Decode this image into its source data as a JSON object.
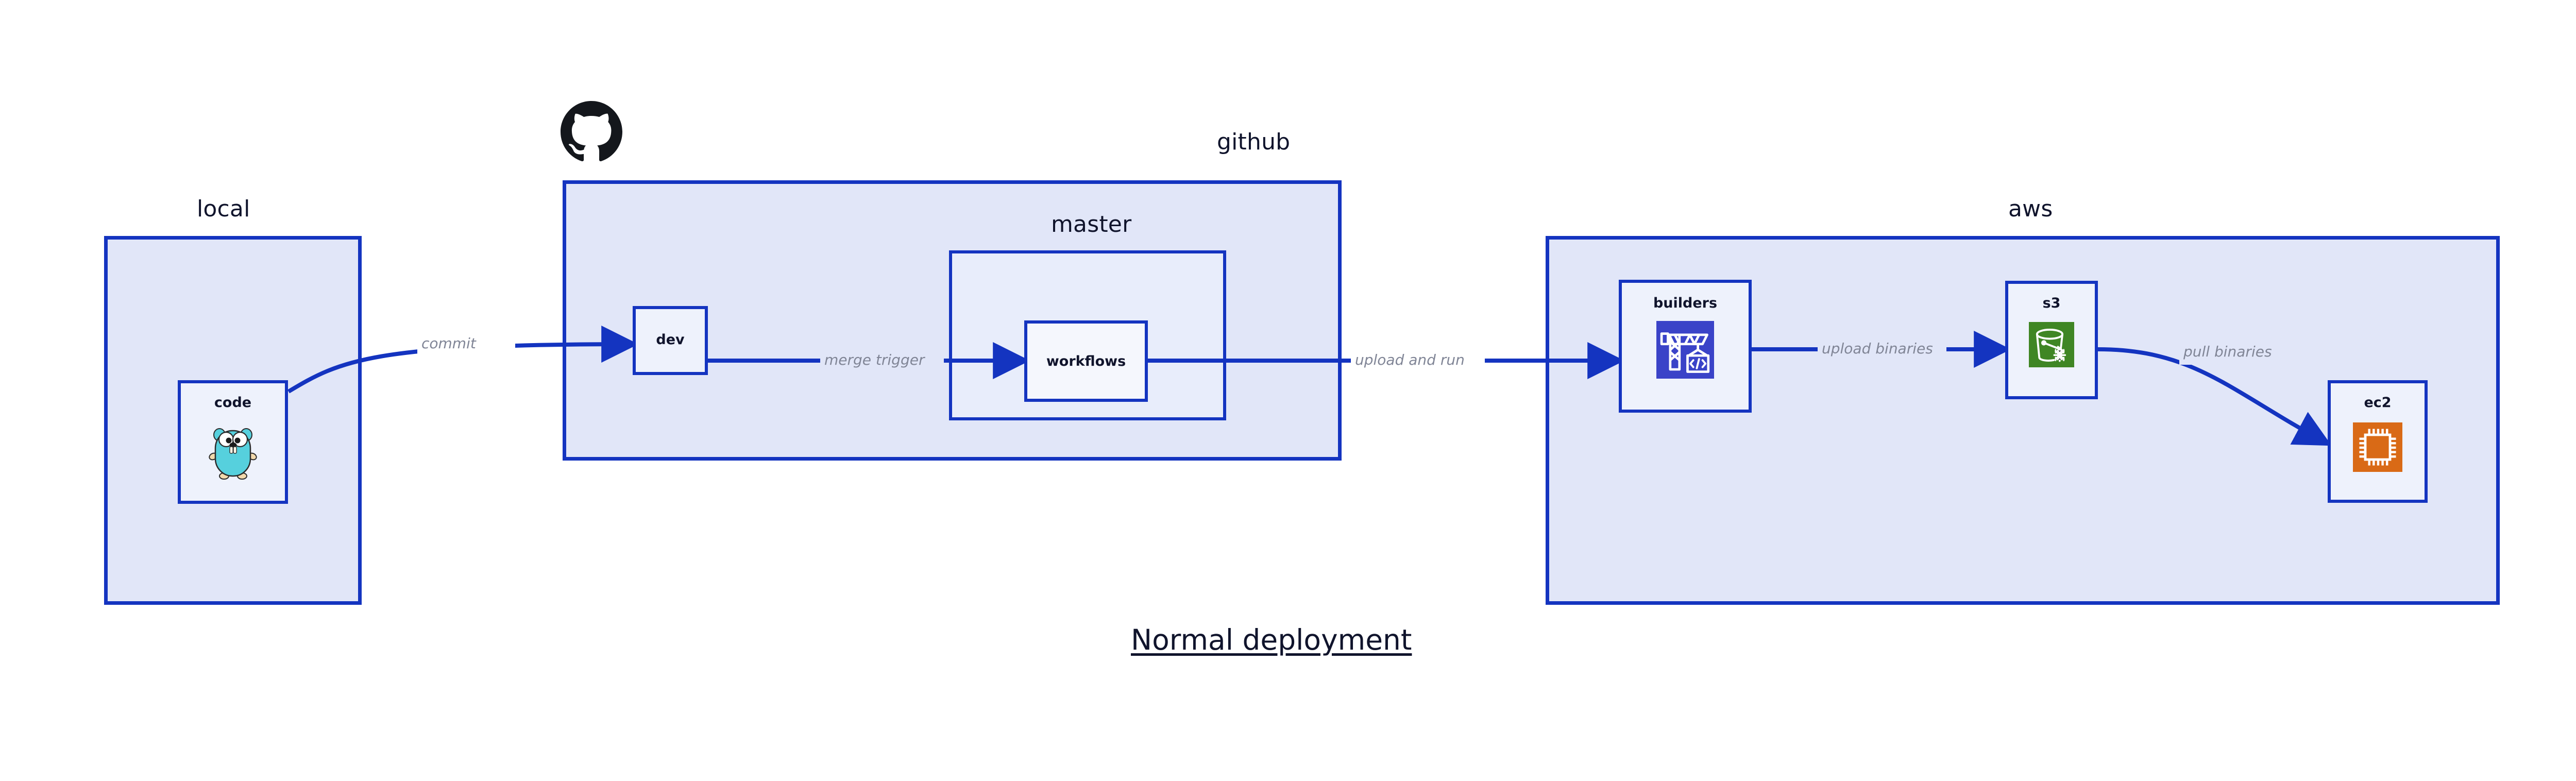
{
  "title": "Normal deployment",
  "colors": {
    "border": "#1434c0",
    "zone_fill": "#e1e6f8",
    "subzone_fill": "#e8edfb",
    "node_fill": "#eef2fc",
    "arrow": "#1434c0",
    "edge_label": "#808596",
    "text": "#10142c",
    "builders_icon": "#3a43c8",
    "s3_icon": "#3f8624",
    "ec2_icon": "#d96a16",
    "gopher_body": "#56d0dd",
    "github_logo": "#14171c"
  },
  "zones": [
    {
      "id": "local",
      "label": "local"
    },
    {
      "id": "github",
      "label": "github",
      "logo": "github-octocat-icon"
    },
    {
      "id": "aws",
      "label": "aws"
    }
  ],
  "subzones": [
    {
      "id": "master",
      "label": "master",
      "parent": "github"
    }
  ],
  "nodes": [
    {
      "id": "code",
      "label": "code",
      "zone": "local",
      "icon": "go-gopher-icon"
    },
    {
      "id": "dev",
      "label": "dev",
      "zone": "github",
      "icon": null
    },
    {
      "id": "workflows",
      "label": "workflows",
      "zone": "master",
      "icon": null
    },
    {
      "id": "builders",
      "label": "builders",
      "zone": "aws",
      "icon": "aws-builder-crane-icon"
    },
    {
      "id": "s3",
      "label": "s3",
      "zone": "aws",
      "icon": "aws-s3-bucket-icon"
    },
    {
      "id": "ec2",
      "label": "ec2",
      "zone": "aws",
      "icon": "aws-ec2-chip-icon"
    }
  ],
  "edges": [
    {
      "id": "commit",
      "from": "code",
      "to": "dev",
      "label": "commit"
    },
    {
      "id": "merge-trigger",
      "from": "dev",
      "to": "workflows",
      "label": "merge trigger"
    },
    {
      "id": "upload-and-run",
      "from": "workflows",
      "to": "builders",
      "label": "upload and run"
    },
    {
      "id": "upload-binaries",
      "from": "builders",
      "to": "s3",
      "label": "upload binaries"
    },
    {
      "id": "pull-binaries",
      "from": "s3",
      "to": "ec2",
      "label": "pull binaries"
    }
  ]
}
